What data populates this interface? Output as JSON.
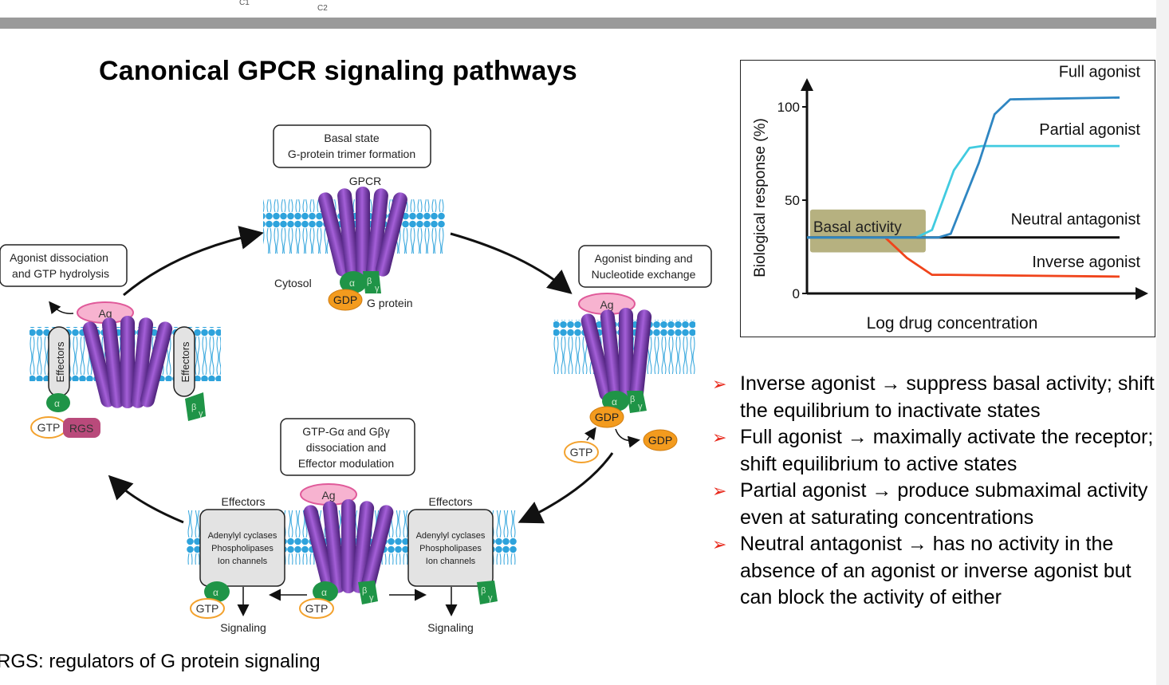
{
  "header": {
    "label_c1": "C1",
    "label_c2": "C2"
  },
  "title": "Canonical GPCR signaling pathways",
  "diagram": {
    "basal_box": [
      "Basal state",
      "G-protein trimer formation"
    ],
    "gpcr": "GPCR",
    "cytosol": "Cytosol",
    "g_protein": "G protein",
    "agonist_dissoc_box": [
      "Agonist dissociation",
      "and GTP hydrolysis"
    ],
    "agonist_binding_box": [
      "Agonist binding and",
      "Nucleotide exchange"
    ],
    "gtp_box": [
      "GTP-Gα and Gβγ",
      "dissociation and",
      "Effector modulation"
    ],
    "ag": "Ag",
    "gdp": "GDP",
    "gtp": "GTP",
    "rgs": "RGS",
    "effectors": "Effectors",
    "effector_list": [
      "Adenylyl cyclases",
      "Phospholipases",
      "Ion channels"
    ],
    "signaling": "Signaling",
    "alpha": "α",
    "beta": "β",
    "gamma": "γ"
  },
  "chart_data": {
    "type": "line",
    "xlabel": "Log drug concentration",
    "ylabel": "Biological response (%)",
    "yticks": [
      0,
      50,
      100
    ],
    "ylim": [
      0,
      115
    ],
    "basal_level": 30,
    "basal_label": "Basal activity",
    "series": [
      {
        "name": "Full agonist",
        "color": "#2f86c2",
        "points": [
          [
            0,
            30
          ],
          [
            0.42,
            30
          ],
          [
            0.46,
            32
          ],
          [
            0.55,
            70
          ],
          [
            0.6,
            96
          ],
          [
            0.65,
            104
          ],
          [
            1,
            105
          ]
        ]
      },
      {
        "name": "Partial agonist",
        "color": "#41cbe0",
        "points": [
          [
            0,
            30
          ],
          [
            0.35,
            30
          ],
          [
            0.4,
            34
          ],
          [
            0.47,
            66
          ],
          [
            0.52,
            78
          ],
          [
            0.56,
            79
          ],
          [
            1,
            79
          ]
        ]
      },
      {
        "name": "Neutral antagonist",
        "color": "#111111",
        "points": [
          [
            0,
            30
          ],
          [
            1,
            30
          ]
        ]
      },
      {
        "name": "Inverse agonist",
        "color": "#f0441b",
        "points": [
          [
            0,
            30
          ],
          [
            0.25,
            30
          ],
          [
            0.32,
            19
          ],
          [
            0.4,
            10
          ],
          [
            0.45,
            10
          ],
          [
            1,
            9
          ]
        ]
      }
    ]
  },
  "bullets": [
    "Inverse agonist → suppress basal activity; shift the equilibrium to inactivate states",
    "Full agonist → maximally activate the receptor; shift equilibrium to active states",
    "Partial agonist → produce submaximal activity even at saturating concentrations",
    "Neutral antagonist → has no activity in the absence of an agonist or inverse agonist but can block the activity of either"
  ],
  "footnote": "RGS: regulators of G protein signaling"
}
